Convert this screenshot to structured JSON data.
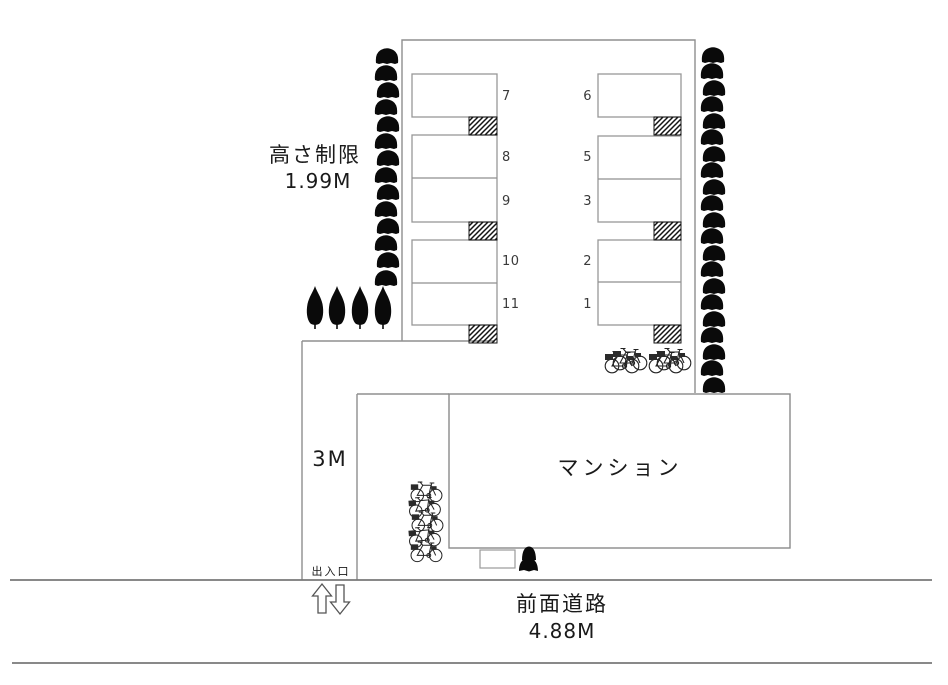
{
  "diagram": {
    "height_limit": {
      "label": "高さ制限",
      "value": "1.99M"
    },
    "driveway_width": "3M",
    "building_label": "マンション",
    "entrance_label": "出入口",
    "road": {
      "name": "前面道路",
      "width": "4.88M"
    },
    "stalls": {
      "left_column": [
        "7",
        "8",
        "9",
        "10",
        "11"
      ],
      "right_column": [
        "6",
        "5",
        "3",
        "2",
        "1"
      ]
    },
    "icons": {
      "bush": "filled-dome-shrub",
      "conifer": "filled-conifer-tree",
      "bicycle": "line-art-bicycle",
      "entrance_bush": "filled-shrub",
      "up_arrow": "hollow-up-arrow",
      "down_arrow": "hollow-down-arrow",
      "hatch_marker": "diagonal-striped-square"
    },
    "colors": {
      "background": "#ffffff",
      "line_gray": "#8f8f8f",
      "ink": "#1a1a1a",
      "road_line": "#787878"
    }
  }
}
